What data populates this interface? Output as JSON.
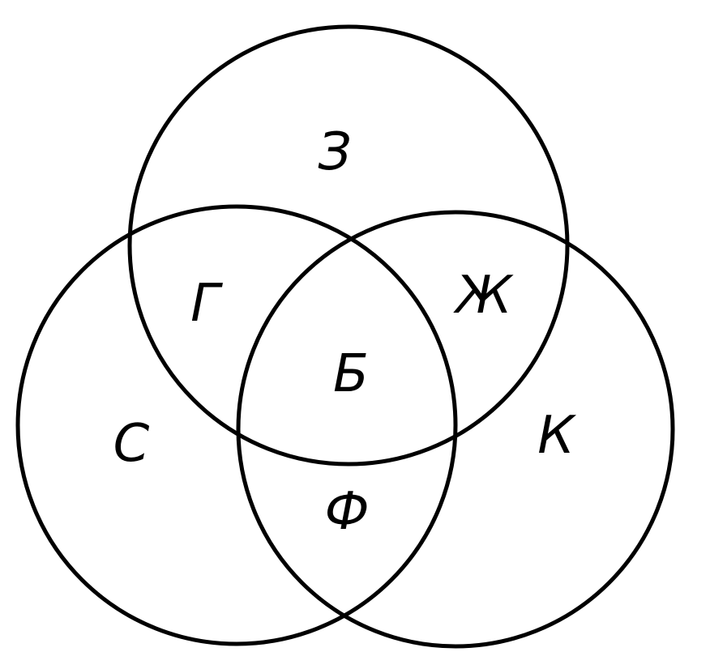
{
  "diagram": {
    "type": "venn",
    "line_color": "#000000",
    "background_color": "#ffffff",
    "circles": [
      "top",
      "left",
      "right"
    ],
    "regions": {
      "top_only": "З",
      "top_left": "Г",
      "top_right": "Ж",
      "center": "Б",
      "left_only": "С",
      "right_only": "К",
      "left_right": "Ф"
    }
  }
}
